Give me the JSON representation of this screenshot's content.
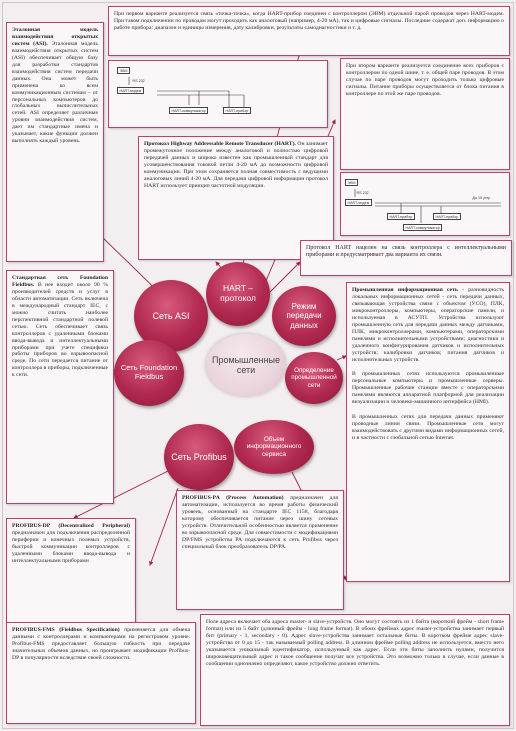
{
  "title": "Промышленные сети",
  "nodes": {
    "center": "Промышленные сети",
    "hart": "HART – протокол",
    "asi": "Сеть ASI",
    "transfer": "Режим передачи данных",
    "ff": "Сеть Foundation Fieldbus",
    "definition": "Определение промышленной сети",
    "profibus": "Сеть Profibus",
    "volume": "Объем информационного сервиса"
  },
  "boxes": {
    "top": "При первом варианте реализуется связь «точка-точка», когда HART-прибор соединен с контроллером (ЭВМ) отдельной парой проводов через HART-модем. При таком подключении по проводам могут проходить как аналоговый (например, 4-20 мА), так и цифровые сигналы. Последние содержат доп. информацию о работе прибора: диапазон и единицы измерения, дату калибровки, результаты самодиагностики и т. д.",
    "asi_title": "Эталонная модель взаимодействия открытых систем (ASI).",
    "asi_body": "Эталонная модель взаимодействия открытых систем (ASI) обеспечивает общую базу для разработки стандартов взаимодействия систем передачи данных. Она может быть применена ко всем коммуникационным системам – от персональных компьютеров до глобальных вычислительных сетей. ASI определяет различные уровни взаимодействия систем, дает им стандартные имена и указывает, какие функции должен выполнять каждый уровень.",
    "second": "При втором варианте реализуется соединение всех приборов с контроллером по одной шине, т. е. общей паре проводов. В этом случае по паре проводов могут проходить только цифровые сигналы. Питание приборы осуществляется от блока питания в контроллере по этой же паре проводов.",
    "hart_title": "Протокол Highway Addressable Remote Transducer (HART).",
    "hart_body": "Он занимает промежуточное положение между аналоговой и полностью цифровой передачей данных и широко известен как промышленный стандарт для усовершенствования токовой петли 4-20 мА до возможности цифровой коммуникации. При этом сохраняется полная совместимость с ведущими аналоговых линий 4-20 мА. Для передачи цифровой информации протокол HART использует принцип частотной модуляции.",
    "hart_note": "Протокол HART нацелен на связь контроллера с интеллектуальными приборами и предусматривает два варианта их связи.",
    "ff_title": "Стандартная сеть Foundation Fieldbus.",
    "ff_body": "В нее входит около 90 % производителей средств и услуг в области автоматизации. Сеть включена в международный стандарт IEC, с можно считать наиболее перспективной стандартной полевой сетью. Сеть обеспечивает связь контроллеров с удаленными блоками ввода-вывода и интеллектуальными приборами при учете специфики работы приборов во взрывоопасной среде. По сети передается питание от контроллера в приборы, подключенные к сети.",
    "ind_title": "Промышленная информационная сеть",
    "ind_body1": " - разновидность локальных информационных сетей - сеть передачи данных, связывающая устройства связи с объектом (УСО), ПЛК, микроконтроллеры, компьютеры, операторские панели, и используемая в АСУТП. Устройства используют промышленную сеть для передачи данных между датчиками, ПЛК, микроконтроллерами, компьютерами, операторскими панелями и исполнительными устройствами; диагностики и удаленного конфигурирования датчиков и исполнительных устройств; калибровки датчиков; питания датчиков и исполнительных устройств.",
    "ind_body2": "В промышленных сетях используются промышленные персональные компьютеры и промышленные серверы. Промышленные рабочие станции вместе с операторскими панелями являются аппаратной платформой для реализации визуализации и человеко-машинного интерфейса (HMI).",
    "ind_body3": "В промышленных сетях для передачи данных применяют проводные линии связи. Промышленные сети могут взаимодействовать с другими видами информационных сетей, и в частности с глобальной сетью Internet.",
    "dp_title": "PROFIBUS-DP (Decentralized Peripheral)",
    "dp_body": "предназначен для подключения распределенной периферии и конечных полевых устройств, быстрой коммуникации контроллеров с удаленными блоками ввода-вывода и интеллектуальными приборами",
    "pa_title": "PROFIBUS-PA (Process Automation)",
    "pa_body": "предназначен для автоматизации, используется во время работы физический уровень, основанный на стандарте IEC 1158, благодаря которому обеспечивается питание через шину сетевых устройств. Отличительной особенностью является применение во взрывоопасной среде. Для совместимости с модификациями DP/FMS устройства PA подключаются к сеть Profibus через специальный блок преобразователь DP/PA.",
    "fms_title": "PROFIBUS-FMS (Fieldbus Specification)",
    "fms_body": "применяется для обмена данными с контроллерами и компьютерами на регистровом уровне. Profibus-FMS предоставляет большую гибкость при передаче значительных объемов данных, но проигрывает модификации Profibus-DP в популярности вследствие своей сложности.",
    "addr": "Поле адреса включает оба адреса master- и slave-устройств. Оно могут состоять из 1 байта (короткий фрейм - short frame format) или из 5 байт (длинный фрейм - long frame format). В обоих фреймах адрес master-устройства занимает первый бит (primary - 1, secondary - 0). Адрес slave-устройства занимает остальные биты. В коротком фрейме адрес slave-устройства от 0 до 15 - так называемый polling address. В длинном фрейме polling address не используется, вместо него указывается уникальный идентификатор, используемый как адрес. Если эти биты заполнить нулями, получится широковещательный адрес и такое сообщение получат все устройства. Это возможно только в случае, если данные в сообщении однозначно определяют, какое устройство должно ответить."
  },
  "mini1": {
    "evm": "ЭВМ",
    "rs": "RS-232",
    "modem": "HART-модем",
    "comm": "HART-коммуникатор",
    "device": "HART-прибор"
  },
  "mini2": {
    "evm": "ЭВМ",
    "rs": "RS-232",
    "modem": "HART-модем",
    "dev1": "HART-прибор",
    "dev2": "HART-прибор",
    "comm": "HART-коммуникатор",
    "dc": "До 15 устр"
  },
  "colors": {
    "accent": "#b0284f",
    "border": "#b9446a",
    "bg": "#f3eff1"
  }
}
